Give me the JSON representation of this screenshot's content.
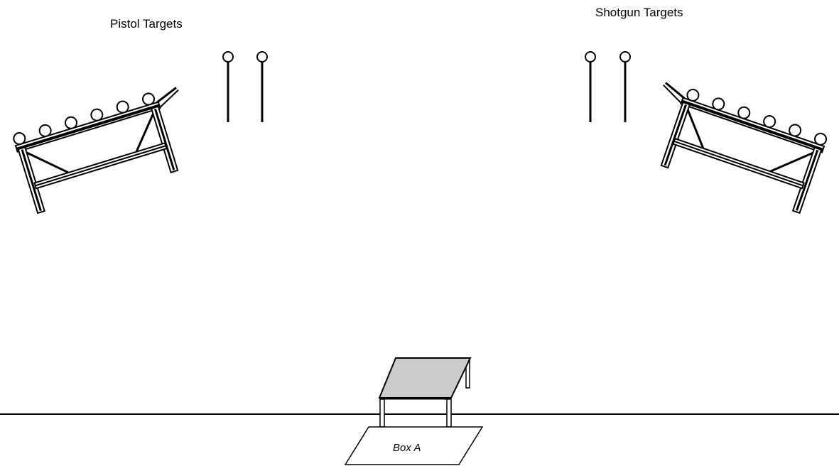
{
  "labels": {
    "pistol": "Pistol Targets",
    "shotgun": "Shotgun Targets",
    "box": "Box A"
  },
  "elements": {
    "pistol_plate_rack_plates": 6,
    "shotgun_plate_rack_plates": 6,
    "pistol_poppers": 2,
    "shotgun_poppers": 2
  },
  "colors": {
    "ink": "#000000",
    "table_top": "#cccccc",
    "background": "#ffffff"
  }
}
